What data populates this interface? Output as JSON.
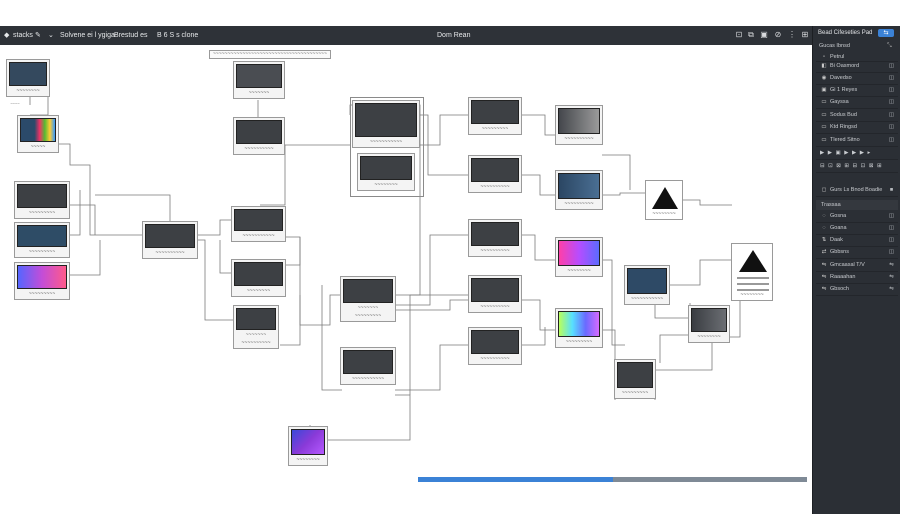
{
  "topbar": {
    "app_label": "stacks",
    "menu_text": "Solvene ei l ygiga",
    "menu_text2": "Brestud es",
    "menu_text3": "B 6 S s clone",
    "doc_title": "Dom Rean",
    "right_icons": [
      "⊡",
      "⧉",
      "▣",
      "⊘",
      "⋮",
      "⊞"
    ]
  },
  "canvas": {
    "header_label": "~~~~~~~~~~~~~~~~~~~~~~~~~~~~~~~~~~~~~~~",
    "progress_value": 0.5
  },
  "nodes": [
    {
      "id": "n1",
      "cap": "~~~~~~~~",
      "cap2": "~~~~"
    },
    {
      "id": "n2",
      "cap": "~~~~~"
    },
    {
      "id": "n3",
      "cap": "~~~~~~~~~"
    },
    {
      "id": "n4",
      "cap": "~~~~~~~~~"
    },
    {
      "id": "n5",
      "cap": "~~~~~~~~~"
    },
    {
      "id": "n6",
      "cap": "~~~~~~~~~~"
    },
    {
      "id": "n7",
      "cap": "~~~~~~~"
    },
    {
      "id": "n8",
      "cap": "~~~~~~~~~~"
    },
    {
      "id": "n9",
      "cap": "~~~~~~~~~~~"
    },
    {
      "id": "n10",
      "cap": "~~~~~~~~"
    },
    {
      "id": "n11",
      "cap": "~~~~~~~~~~",
      "cap2": "~~~~~~~"
    },
    {
      "id": "n12",
      "cap": "~~~~~~~~~~~"
    },
    {
      "id": "n13",
      "cap": "~~~~~~~~"
    },
    {
      "id": "n14",
      "cap": "~~~~~~~~~",
      "cap2": "~~~~~~~"
    },
    {
      "id": "n15",
      "cap": "~~~~~~~~~~~"
    },
    {
      "id": "n16",
      "cap": "~~~~~~~~"
    },
    {
      "id": "n17",
      "cap": "~~~~~~~~~"
    },
    {
      "id": "n18",
      "cap": "~~~~~~~~~~"
    },
    {
      "id": "n19",
      "cap": "~~~~~~~~~~"
    },
    {
      "id": "n20",
      "cap": "~~~~~~~~~~"
    },
    {
      "id": "n21",
      "cap": "~~~~~~~~~~"
    },
    {
      "id": "n22",
      "cap": "~~~~~~~~~~"
    },
    {
      "id": "n23",
      "cap": "~~~~~~~~~~"
    },
    {
      "id": "n24",
      "cap": "~~~~~~~~"
    },
    {
      "id": "n25",
      "cap": "~~~~~~~~~"
    },
    {
      "id": "n26",
      "cap": "~~~~~~~~~~~"
    },
    {
      "id": "n27",
      "cap": "~~~~~~~~~"
    },
    {
      "id": "n28",
      "cap": "~~~~~~~~"
    },
    {
      "id": "n29",
      "cap": "~~~~~~~~"
    },
    {
      "id": "n30",
      "cap": "~~~~~~~~"
    },
    {
      "id": "n31",
      "cap": "~~~~~~~~"
    },
    {
      "id": "n32",
      "cap": "~~~~~~~~"
    },
    {
      "id": "n33",
      "cap": "~~~~~~~~~~"
    }
  ],
  "panel": {
    "title": "Bead Cifeseties Pad",
    "title_btn": "⇆",
    "subtitle": "Gucas Ibnsd",
    "rows": [
      {
        "icon": "▫",
        "label": "Petrul",
        "tag": "■"
      },
      {
        "icon": "◧",
        "label": "Bi Oasmord",
        "tag": "◫"
      },
      {
        "icon": "◉",
        "label": "Davedso",
        "tag": "◫"
      },
      {
        "icon": "▣",
        "label": "Gi 1 Reyes",
        "tag": "◫"
      },
      {
        "icon": "▭",
        "label": "Gayssa",
        "tag": "◫"
      },
      {
        "icon": "▭",
        "label": "Sodus Bud",
        "tag": "◫"
      },
      {
        "icon": "▭",
        "label": "Ktd Ringsd",
        "tag": "◫"
      },
      {
        "icon": "▭",
        "label": "Tlered Sitno",
        "tag": "◫"
      }
    ],
    "toolbar_row": "▶ ▶  ▣ ▶ ▶ ▶ ▸",
    "toolbar_row2": "⊟ ⊡ ⊠ ⊞ ⊟ ⊡ ⊠ ⊞",
    "row_mid": {
      "icon": "◻",
      "label": "Gurs Ls Bnod Boadie",
      "tag": "■"
    },
    "section": "Trassaa",
    "rows2": [
      {
        "icon": "◌",
        "label": "Gosna",
        "tag": "◫"
      },
      {
        "icon": "◌",
        "label": "Goana",
        "tag": "◫"
      },
      {
        "icon": "⇅",
        "label": "Daak",
        "tag": "◫"
      },
      {
        "icon": "⇄",
        "label": "Gbbsns",
        "tag": "◫"
      },
      {
        "icon": "⇋",
        "label": "Gmcaasal T/V",
        "tag": "⇋"
      },
      {
        "icon": "⇋",
        "label": "Raaaahan",
        "tag": "⇋"
      },
      {
        "icon": "⇋",
        "label": "Gbsoch",
        "tag": "⇋"
      }
    ]
  }
}
